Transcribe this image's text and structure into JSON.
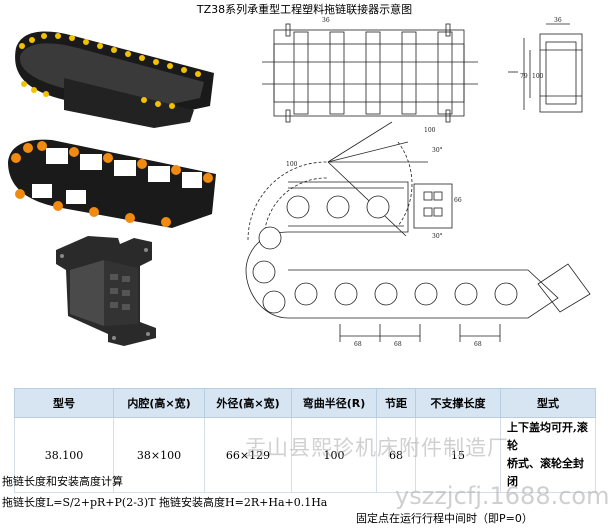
{
  "title": "TZ38系列承重型工程塑料拖链联接器示意图",
  "drawing_dims": {
    "d36_top": "36",
    "d36_side": "36",
    "d79": "79",
    "d100_h": "100",
    "d100_v": "100",
    "d100_a": "100",
    "d30_a": "30°",
    "d30_b": "30°",
    "d66": "66",
    "d68_a": "68",
    "d68_b": "68",
    "d68_c": "68"
  },
  "table": {
    "headers": [
      "型号",
      "内腔(高×宽)",
      "外径(高×宽)",
      "弯曲半径(R)",
      "节距",
      "不支撑长度",
      "型式"
    ],
    "row": [
      "38.100",
      "38×100",
      "66×129",
      "100",
      "68",
      "15"
    ],
    "type_line1": "上下盖均可开,滚轮",
    "type_line2": "桥式、滚轮全封闭"
  },
  "watermark": "盂山县熙珍机床附件制造厂",
  "calc_title": "拖链长度和安装高度计算",
  "formula": "拖链长度L=S/2+pR+P(2-3)T 拖链安装高度H=2R+Ha+0.1Ha",
  "watermark_url": "yszzjcfj.1688.com",
  "note": "固定点在运行行程中间时（即P=0）",
  "colors": {
    "header_bg": "#d7e5f3",
    "chain_black": "#1a1a1a",
    "roller_yellow": "#f2c200",
    "roller_orange": "#f08a10"
  }
}
